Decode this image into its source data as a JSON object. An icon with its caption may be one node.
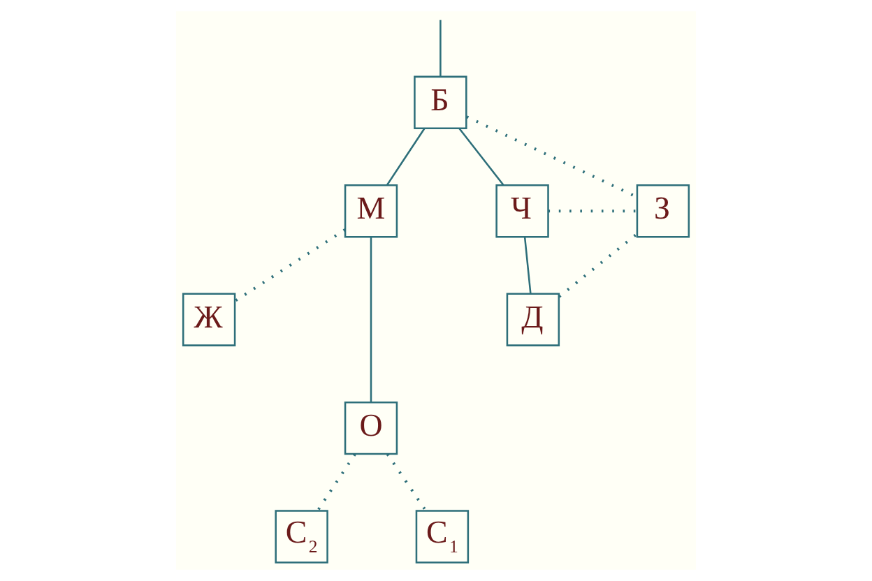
{
  "diagram": {
    "nodes": [
      {
        "text": [
          "Б"
        ]
      },
      {
        "text": [
          "М"
        ]
      },
      {
        "text": [
          "Ч"
        ]
      },
      {
        "text": [
          "З"
        ]
      },
      {
        "text": [
          "Ж"
        ]
      },
      {
        "text": [
          "Д"
        ]
      },
      {
        "text": [
          "О"
        ]
      },
      {
        "text": [
          "С$_{2}$"
        ]
      },
      {
        "text": [
          "С$_{1}$"
        ]
      }
    ],
    "edges": [
      {
        "from": null,
        "to": 0,
        "arrow": "none"
      },
      {
        "from": 0,
        "to": 1,
        "arrow": "none"
      },
      {
        "from": 0,
        "to": 2,
        "arrow": "none"
      },
      {
        "from": 0,
        "to": 3,
        "arrow": "none",
        "style": "dashed"
      },
      {
        "from": 2,
        "to": 3,
        "arrow": "none",
        "style": "dashed"
      },
      {
        "from": 2,
        "to": 5,
        "arrow": "none"
      },
      {
        "from": 5,
        "to": 3,
        "arrow": "none",
        "style": "dashed"
      },
      {
        "from": 1,
        "to": 4,
        "arrow": "none",
        "style": "dashed"
      },
      {
        "from": 1,
        "to": 6,
        "arrow": "none"
      },
      {
        "from": 6,
        "to": 7,
        "arrow": "none",
        "style": "dashed"
      },
      {
        "from": 6,
        "to": 8,
        "arrow": "none",
        "style": "dashed"
      }
    ]
  }
}
